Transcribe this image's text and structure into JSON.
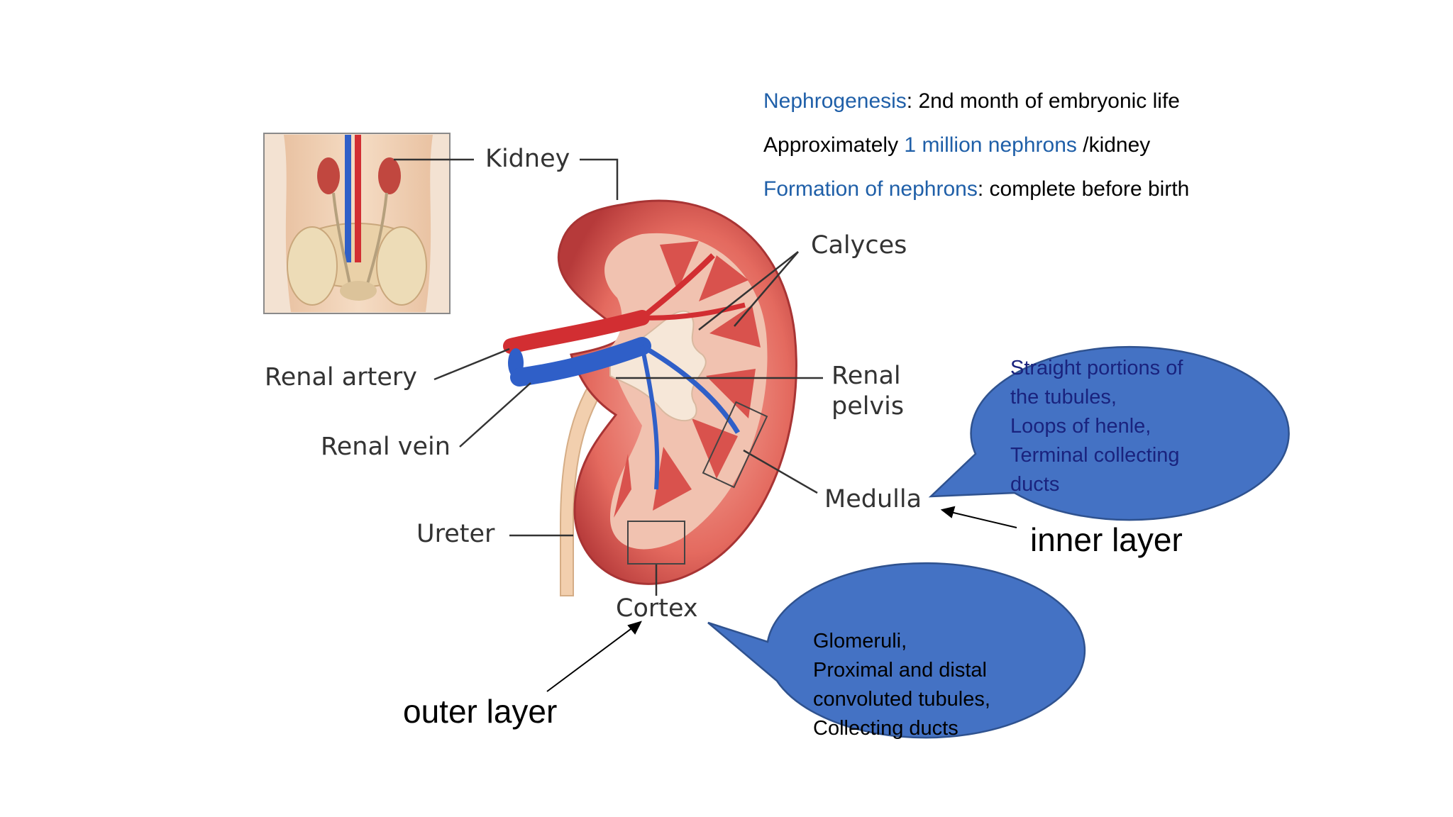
{
  "info": {
    "line1": {
      "key": "Nephrogenesis",
      "rest": ": 2nd month of embryonic life"
    },
    "line2": {
      "pre": "Approximately ",
      "key": "1 million nephrons",
      "rest": " /kidney"
    },
    "line3": {
      "key": "Formation of nephrons",
      "rest": ": complete before birth"
    }
  },
  "labels": {
    "kidney": "Kidney",
    "calyces": "Calyces",
    "renal_artery": "Renal artery",
    "renal_vein": "Renal vein",
    "renal_pelvis_1": "Renal",
    "renal_pelvis_2": "pelvis",
    "medulla": "Medulla",
    "ureter": "Ureter",
    "cortex": "Cortex"
  },
  "annotations": {
    "inner_layer": "inner layer",
    "outer_layer": "outer layer"
  },
  "bubbles": {
    "medulla": {
      "lines": [
        "Straight portions of",
        "the tubules,",
        "Loops of henle,",
        "Terminal collecting",
        "ducts"
      ],
      "fill": "#4472c4",
      "text_color": "#1a237e"
    },
    "cortex": {
      "lines": [
        "Glomeruli,",
        "Proximal and distal",
        "convoluted tubules,",
        "Collecting ducts"
      ],
      "fill": "#4472c4",
      "text_color": "#000000"
    }
  },
  "colors": {
    "accent_blue": "#1f5fa8",
    "kidney_red": "#e0605a",
    "artery_red": "#d22e32",
    "vein_blue": "#2f5fc8"
  }
}
